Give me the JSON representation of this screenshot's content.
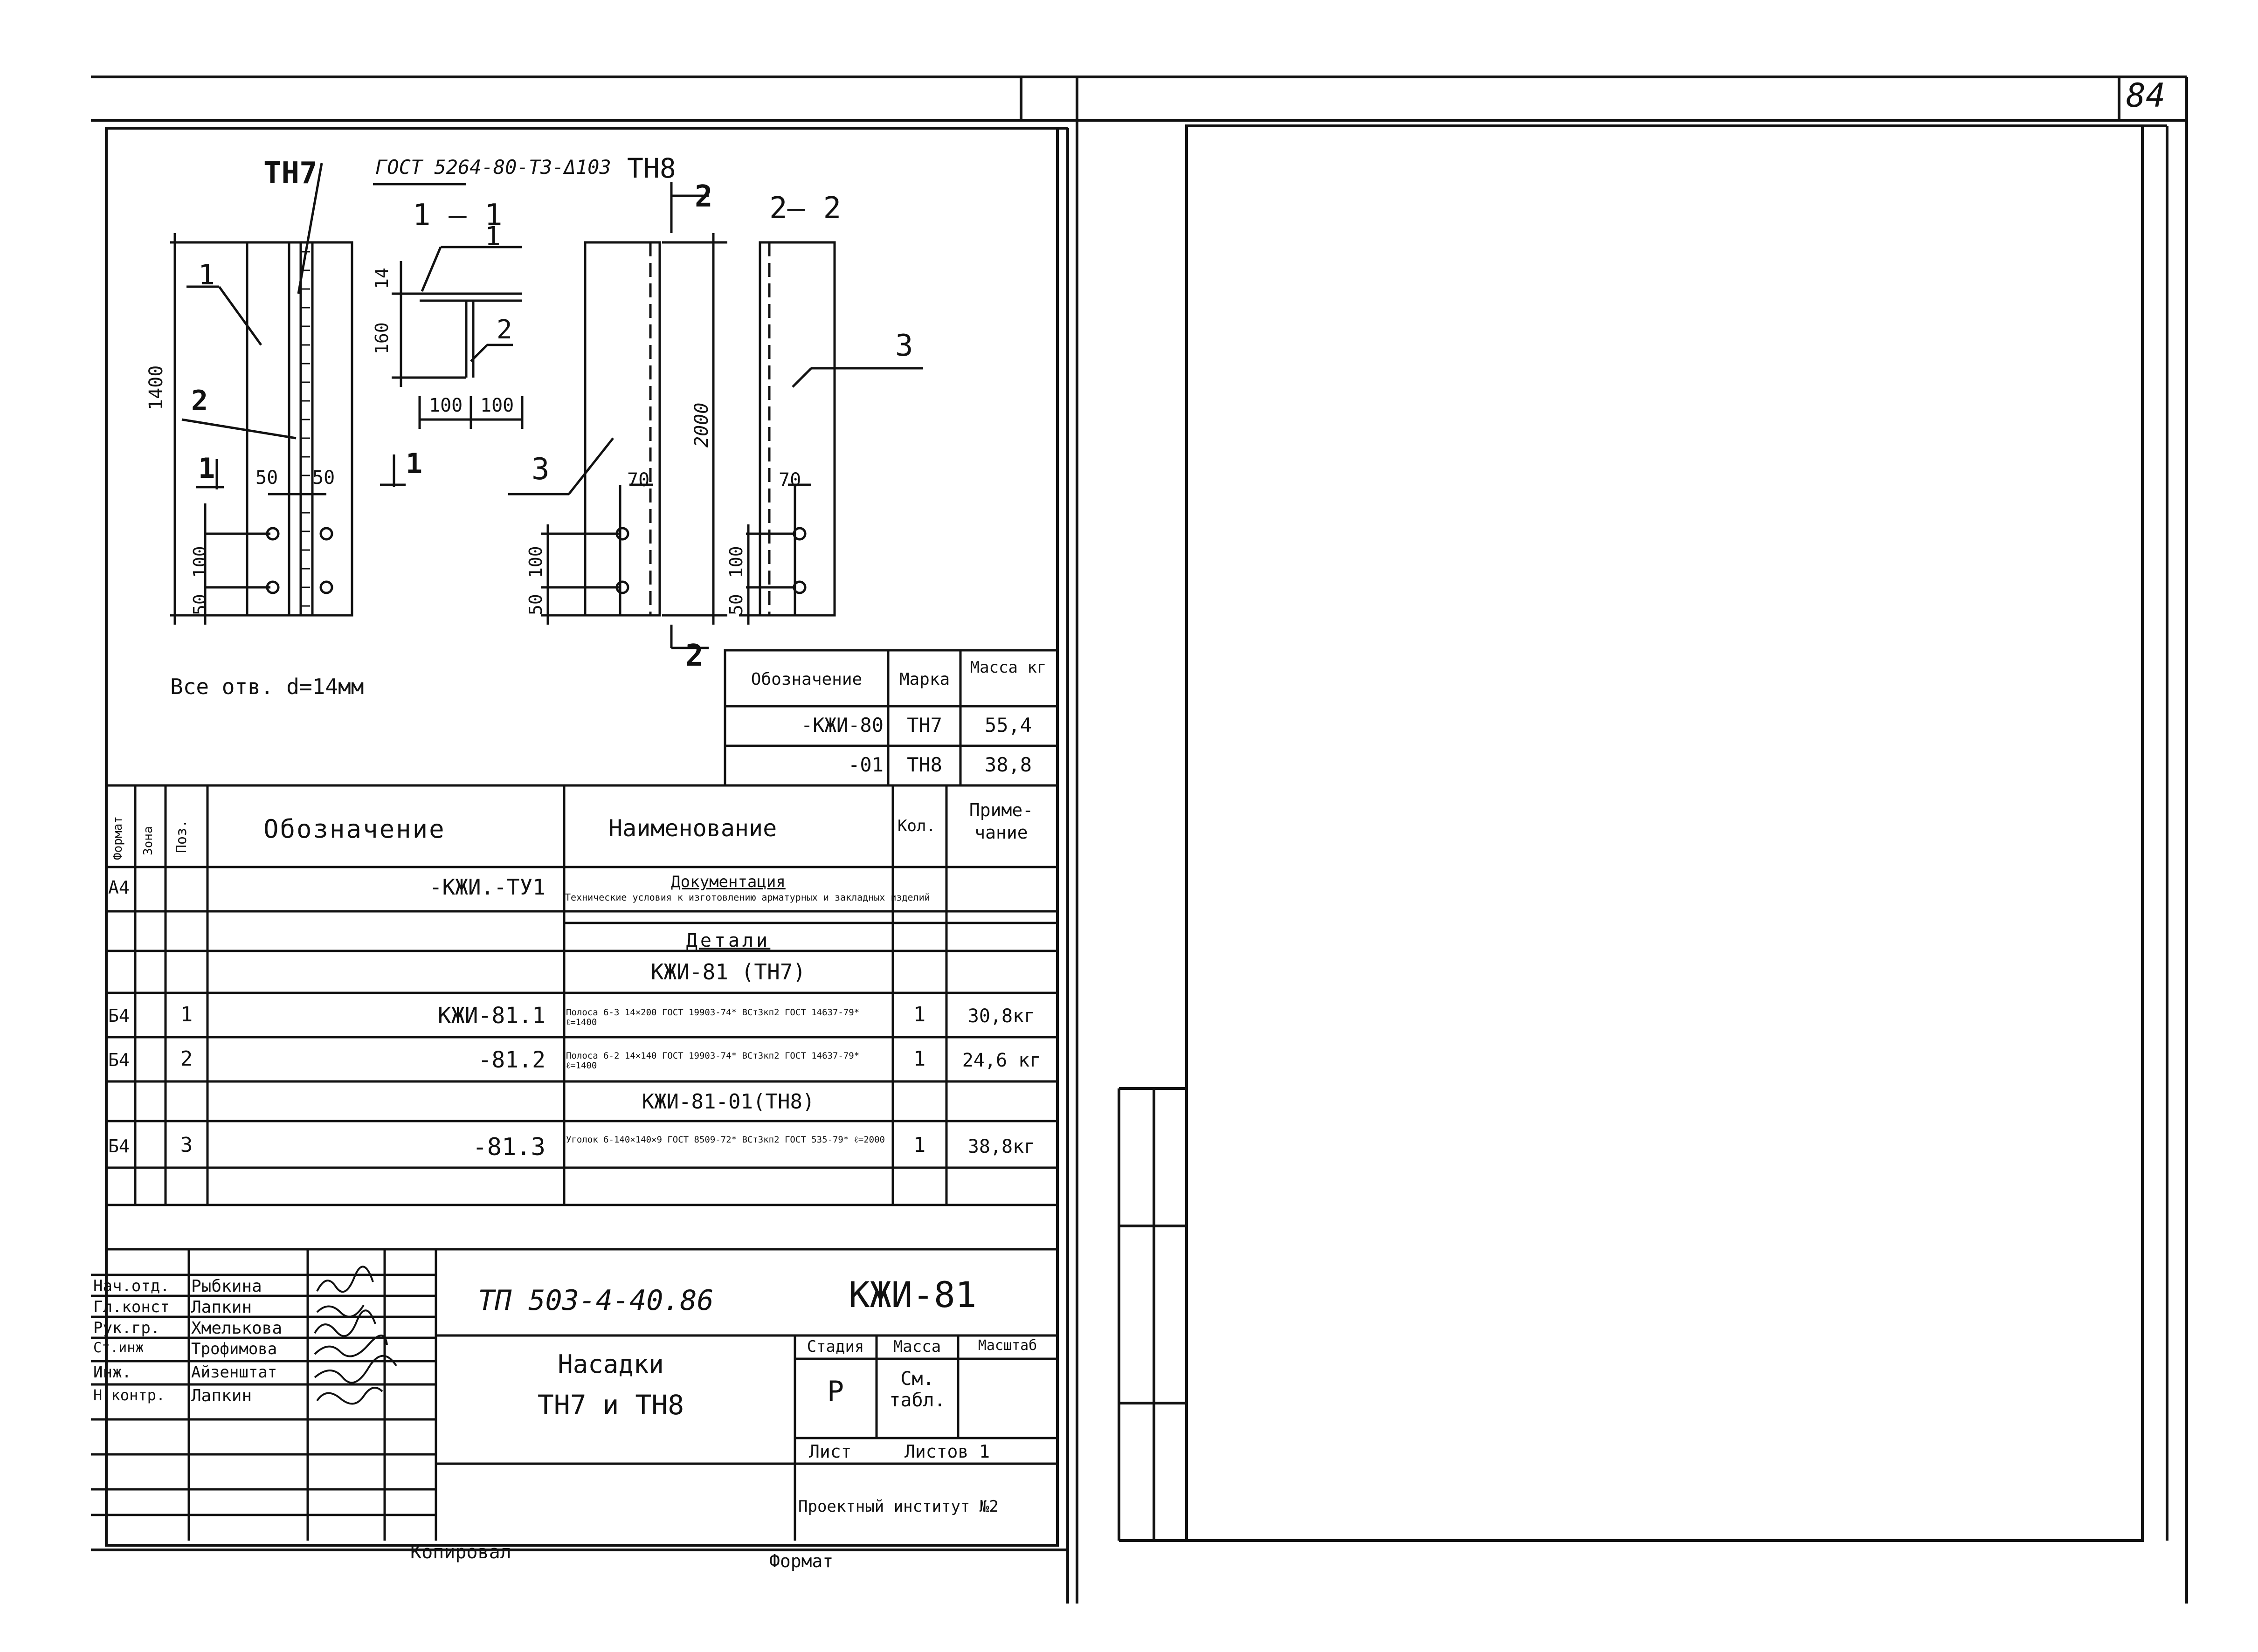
{
  "sheet_number": "84",
  "drawing": {
    "mark_left": "ТН7",
    "mark_right": "ТН8",
    "gost_note": "ГОСТ 5264-80-Т3-Δ103",
    "section_11": "1 — 1",
    "section_22": "2— 2",
    "cut_1": "1",
    "cut_2": "2",
    "pos_1": "1",
    "pos_2": "2",
    "pos_3": "3",
    "dims": {
      "d1400": "1400",
      "d2000": "2000",
      "d160": "160",
      "d14": "14",
      "d100a": "100",
      "d100b": "100",
      "d50l": "50",
      "d50r": "50",
      "d100v": "100",
      "d50v": "50",
      "d70": "70"
    },
    "holes_note": "Все отв. d=14мм"
  },
  "mass_table": {
    "headers": [
      "Обозначение",
      "Марка",
      "Масса кг"
    ],
    "rows": [
      [
        "-КЖИ-80",
        "ТН7",
        "55,4"
      ],
      [
        "-01",
        "ТН8",
        "38,8"
      ]
    ]
  },
  "spec": {
    "headers": {
      "format": "Формат",
      "zone": "Зона",
      "pos": "Поз.",
      "designation": "Обозначение",
      "name": "Наименование",
      "qty": "Кол.",
      "note": "Приме-чание"
    },
    "rows": [
      {
        "format": "А4",
        "zone": "",
        "pos": "",
        "designation": "-КЖИ.-ТУ1",
        "name": "Документация",
        "qty": "",
        "note": ""
      },
      {
        "format": "",
        "zone": "",
        "pos": "",
        "designation": "",
        "name": "Технические условия к изготовлению арматурных и закладных изделий",
        "qty": "",
        "note": ""
      },
      {
        "format": "",
        "zone": "",
        "pos": "",
        "designation": "",
        "name": "Детали",
        "qty": "",
        "note": ""
      },
      {
        "format": "",
        "zone": "",
        "pos": "",
        "designation": "",
        "name": "КЖИ-81 (ТН7)",
        "qty": "",
        "note": ""
      },
      {
        "format": "Б4",
        "zone": "",
        "pos": "1",
        "designation": "КЖИ-81.1",
        "name": "Полоса 6-3 14×200 ГОСТ 19903-74* ВСт3кп2 ГОСТ 14637-79* ℓ=1400",
        "qty": "1",
        "note": "30,8кг"
      },
      {
        "format": "Б4",
        "zone": "",
        "pos": "2",
        "designation": "-81.2",
        "name": "Полоса 6-2 14×140 ГОСТ 19903-74* ВСт3кп2 ГОСТ 14637-79* ℓ=1400",
        "qty": "1",
        "note": "24,6 кг"
      },
      {
        "format": "",
        "zone": "",
        "pos": "",
        "designation": "",
        "name": "КЖИ-81-01(ТН8)",
        "qty": "",
        "note": ""
      },
      {
        "format": "Б4",
        "zone": "",
        "pos": "3",
        "designation": "-81.3",
        "name": "Уголок 6-140×140×9 ГОСТ 8509-72* ВСт3кп2 ГОСТ 535-79* ℓ=2000",
        "qty": "1",
        "note": "38,8кг"
      }
    ]
  },
  "title_block": {
    "people": [
      {
        "role": "Нач.отд.",
        "name": "Рыбкина"
      },
      {
        "role": "Гл.конст",
        "name": "Лапкин"
      },
      {
        "role": "Рук.гр.",
        "name": "Хмелькова"
      },
      {
        "role": "Ст.инж",
        "name": "Трофимова"
      },
      {
        "role": "Инж.",
        "name": "Айзенштат"
      },
      {
        "role": "Н.контр.",
        "name": "Лапкин"
      }
    ],
    "project": "ТП 503-4-40.86",
    "code": "КЖИ-81",
    "title_line1": "Насадки",
    "title_line2": "ТН7 и ТН8",
    "stage_label": "Стадия",
    "mass_label": "Масса",
    "scale_label": "Масштаб",
    "stage_value": "Р",
    "mass_value": "См. табл.",
    "sheet_label": "Лист",
    "sheets_label": "Листов 1",
    "institute": "Проектный институт №2"
  },
  "footer": {
    "copied": "Копировал",
    "format": "Формат"
  }
}
